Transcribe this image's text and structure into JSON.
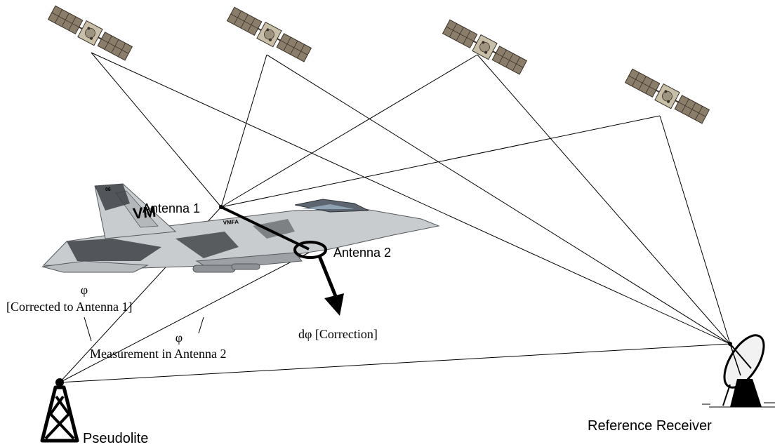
{
  "labels": {
    "antenna1": "Antenna 1",
    "antenna2": "Antenna 2",
    "phi": "φ",
    "corrected": "[Corrected to Antenna 1]",
    "measurement": "Measurement in Antenna 2",
    "correction": "dφ [Correction]",
    "pseudolite": "Pseudolite",
    "reference_receiver": "Reference Receiver"
  },
  "aircraft_markings": {
    "tail": "VM",
    "tail_code": "06",
    "fuselage": "VMFA"
  },
  "colors": {
    "signal_lines": "#000000",
    "aircraft_body": "#c9ccce",
    "camouflage": "#3d4044",
    "satellite_panel": "#8a7d6a",
    "satellite_body": "#c8bfa8"
  },
  "icons": [
    "satellite-icon",
    "fighter-jet-icon",
    "pseudolite-tower-icon",
    "dish-antenna-icon"
  ]
}
